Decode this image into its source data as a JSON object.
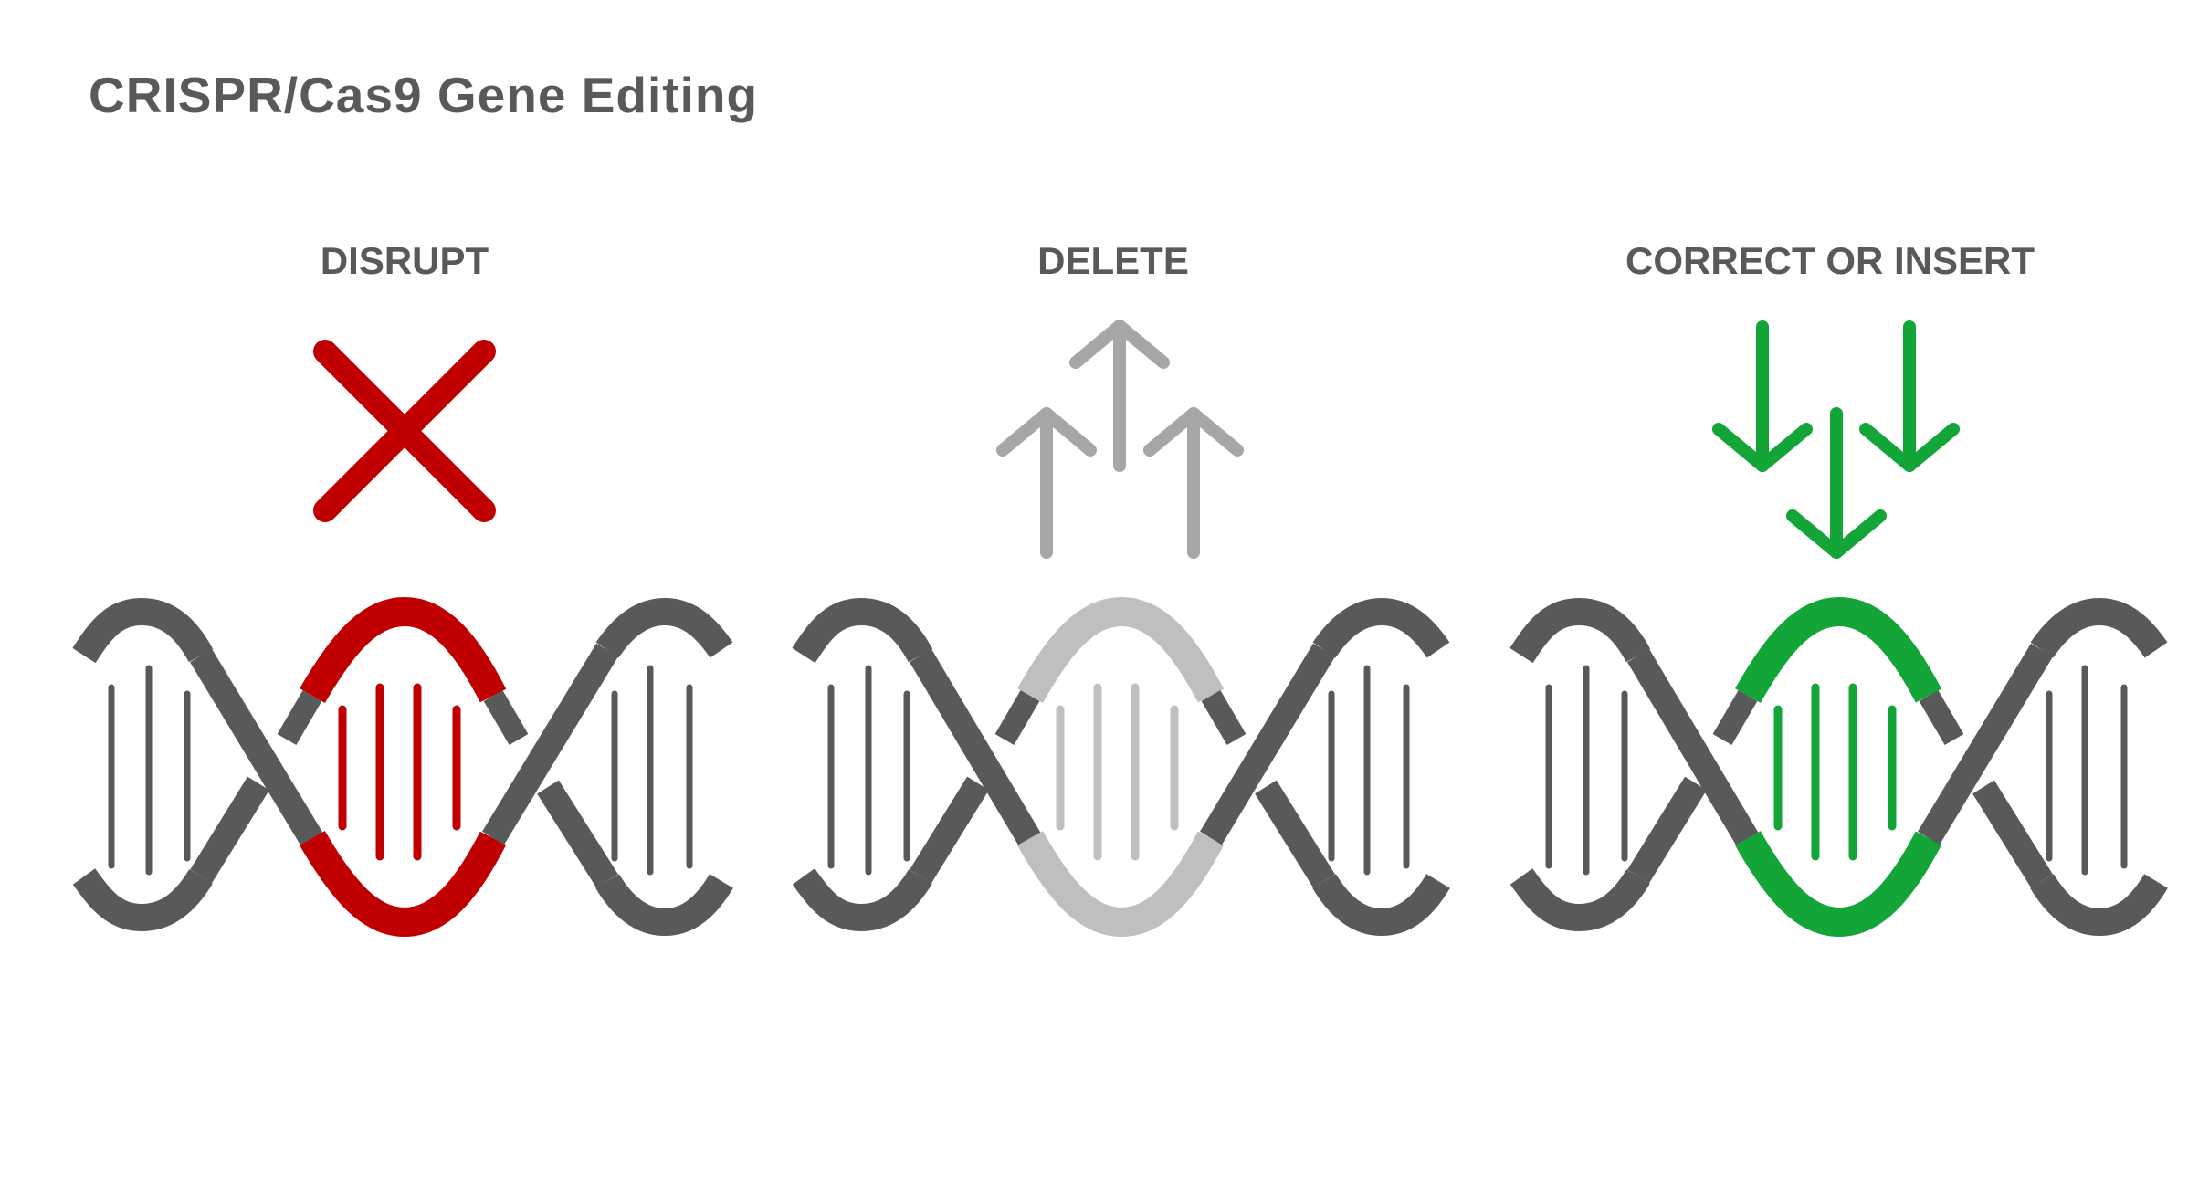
{
  "title": "CRISPR/Cas9 Gene Editing",
  "panels": [
    {
      "label": "DISRUPT",
      "icon": "x-mark-icon",
      "edit_color": "#C00000"
    },
    {
      "label": "DELETE",
      "icon": "up-arrows-icon",
      "edit_color": "#BFBFBF"
    },
    {
      "label": "CORRECT OR INSERT",
      "icon": "down-arrows-icon",
      "edit_color": "#13A538"
    }
  ],
  "colors": {
    "strand": "#595959",
    "text": "#595959",
    "disrupt": "#C00000",
    "delete": "#BFBFBF",
    "delete_arrow": "#A6A6A6",
    "insert": "#13A538"
  }
}
